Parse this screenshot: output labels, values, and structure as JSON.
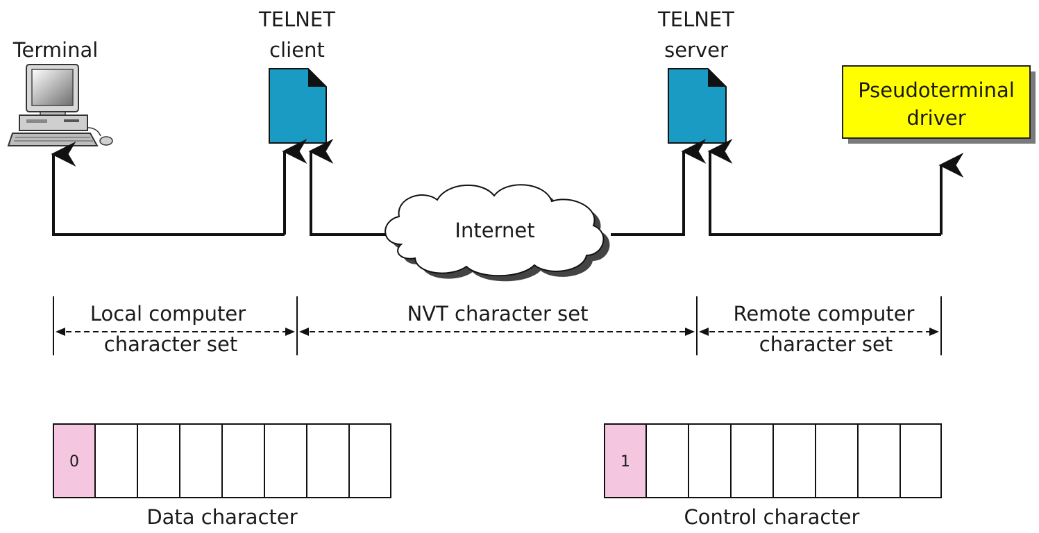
{
  "terminal": {
    "label": "Terminal"
  },
  "client": {
    "line1": "TELNET",
    "line2": "client"
  },
  "server": {
    "line1": "TELNET",
    "line2": "server"
  },
  "driver": {
    "line1": "Pseudoterminal",
    "line2": "driver",
    "color": "#ffff00"
  },
  "internet": {
    "label": "Internet"
  },
  "spans": {
    "local": {
      "line1": "Local computer",
      "line2": "character set"
    },
    "nvt": {
      "line1": "NVT character set"
    },
    "remote": {
      "line1": "Remote computer",
      "line2": "character set"
    }
  },
  "data_char": {
    "first_bit": "0",
    "caption": "Data character"
  },
  "control_char": {
    "first_bit": "1",
    "caption": "Control character"
  },
  "colors": {
    "document": "#1a9bc4",
    "bit_highlight": "#f4c6df"
  }
}
